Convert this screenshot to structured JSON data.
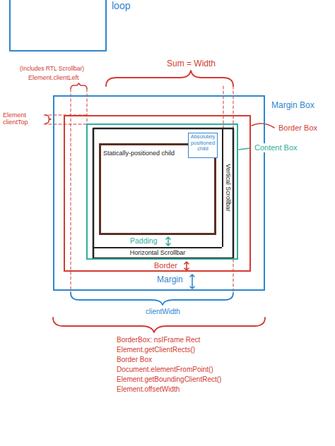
{
  "diagram": {
    "nodes": [
      {
        "text": [
          "Margin Box"
        ]
      },
      {
        "text": [
          "Border Box"
        ],
        "in": 0
      },
      {
        "text": [
          "Content Box"
        ],
        "in": 1
      },
      {
        "text": [
          "Statically-positioned child"
        ],
        "in": 2
      },
      {
        "text": [
          "Absolutely positioned child"
        ],
        "in": 2
      },
      {
        "text": [
          "Vertical Scrollbar"
        ],
        "in": 2
      },
      {
        "text": [
          "Horizontal Scrollbar"
        ],
        "in": 2
      }
    ],
    "labels": [
      "loop",
      "(Includes RTL Scrollbar)",
      "Element.clientLeft",
      "Sum = Width",
      "Element clientTop",
      "Padding",
      "Border",
      "Margin",
      "clientWidth",
      "BorderBox: nsIFrame Rect",
      "Element.getClientRects()",
      "Border Box",
      "Document.elementFromPoint()",
      "Element.getBoundingClientRect()",
      "Element.offsetWidth"
    ]
  }
}
